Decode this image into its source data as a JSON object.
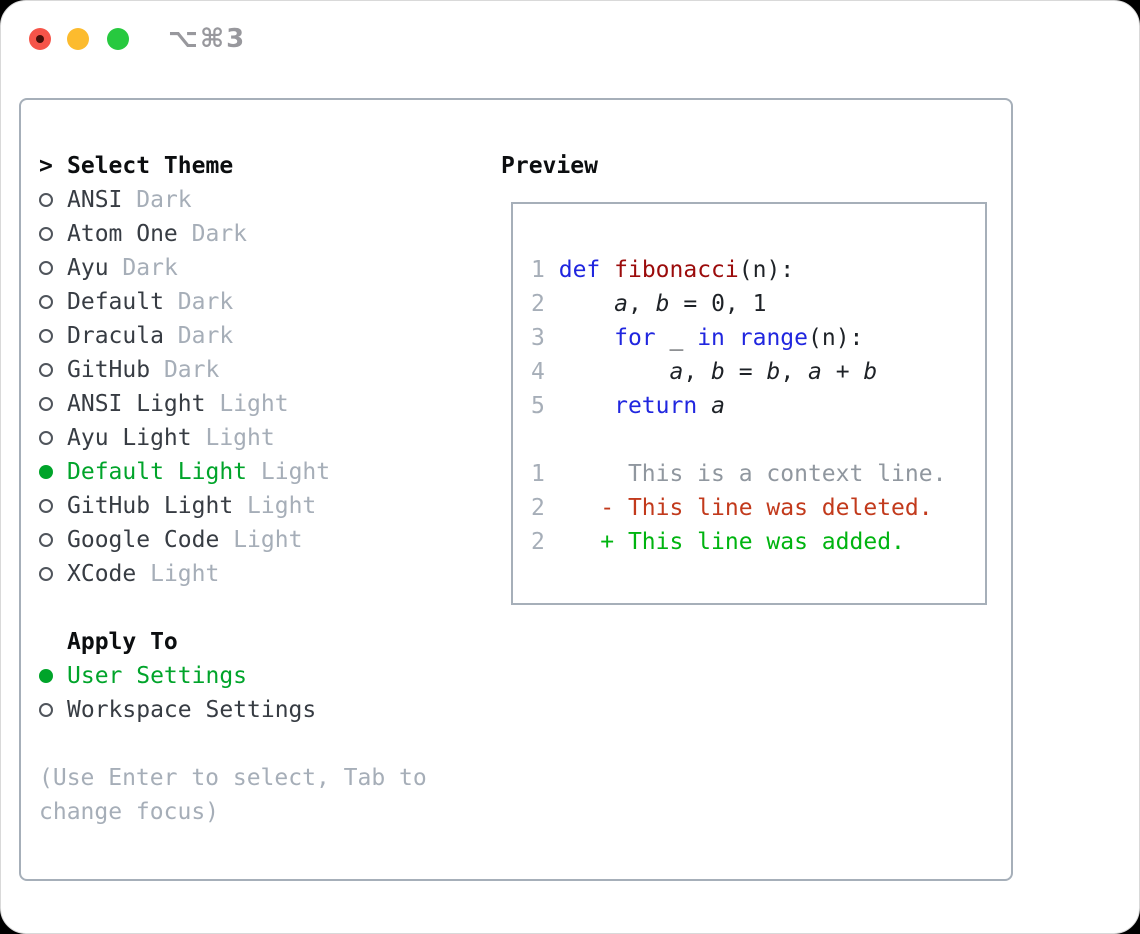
{
  "window": {
    "title": "⌥⌘3",
    "traffic_lights": [
      "close",
      "minimize",
      "zoom"
    ]
  },
  "theme_panel": {
    "header": {
      "prompt": ">",
      "label": "Select Theme"
    },
    "themes": [
      {
        "name": "ANSI",
        "variant": "Dark",
        "selected": false
      },
      {
        "name": "Atom One",
        "variant": "Dark",
        "selected": false
      },
      {
        "name": "Ayu",
        "variant": "Dark",
        "selected": false
      },
      {
        "name": "Default",
        "variant": "Dark",
        "selected": false
      },
      {
        "name": "Dracula",
        "variant": "Dark",
        "selected": false
      },
      {
        "name": "GitHub",
        "variant": "Dark",
        "selected": false
      },
      {
        "name": "ANSI Light",
        "variant": "Light",
        "selected": false
      },
      {
        "name": "Ayu Light",
        "variant": "Light",
        "selected": false
      },
      {
        "name": "Default Light",
        "variant": "Light",
        "selected": true
      },
      {
        "name": "GitHub Light",
        "variant": "Light",
        "selected": false
      },
      {
        "name": "Google Code",
        "variant": "Light",
        "selected": false
      },
      {
        "name": "XCode",
        "variant": "Light",
        "selected": false
      }
    ],
    "apply_to": {
      "label": "Apply To",
      "options": [
        {
          "name": "User Settings",
          "selected": true
        },
        {
          "name": "Workspace Settings",
          "selected": false
        }
      ]
    },
    "hint": "(Use Enter to select, Tab to change focus)"
  },
  "preview": {
    "label": "Preview",
    "code_lines": [
      {
        "num": "1",
        "tokens": [
          [
            "pl",
            " "
          ],
          [
            "kw",
            "def"
          ],
          [
            "pl",
            " "
          ],
          [
            "fn",
            "fibonacci"
          ],
          [
            "pl",
            "(n):"
          ]
        ]
      },
      {
        "num": "2",
        "tokens": [
          [
            "pl",
            "     "
          ],
          [
            "var",
            "a"
          ],
          [
            "pl",
            ", "
          ],
          [
            "var",
            "b"
          ],
          [
            "pl",
            " = 0, 1"
          ]
        ]
      },
      {
        "num": "3",
        "tokens": [
          [
            "pl",
            "     "
          ],
          [
            "kw",
            "for"
          ],
          [
            "pl",
            " _ "
          ],
          [
            "kw",
            "in"
          ],
          [
            "pl",
            " "
          ],
          [
            "kw",
            "range"
          ],
          [
            "pl",
            "(n):"
          ]
        ]
      },
      {
        "num": "4",
        "tokens": [
          [
            "pl",
            "         "
          ],
          [
            "var",
            "a"
          ],
          [
            "pl",
            ", "
          ],
          [
            "var",
            "b"
          ],
          [
            "pl",
            " = "
          ],
          [
            "var",
            "b"
          ],
          [
            "pl",
            ", "
          ],
          [
            "var",
            "a"
          ],
          [
            "pl",
            " + "
          ],
          [
            "var",
            "b"
          ]
        ]
      },
      {
        "num": "5",
        "tokens": [
          [
            "pl",
            "     "
          ],
          [
            "kw",
            "return"
          ],
          [
            "pl",
            " "
          ],
          [
            "var",
            "a"
          ]
        ]
      },
      {
        "num": "",
        "tokens": []
      },
      {
        "num": "1",
        "tokens": [
          [
            "ctx",
            "      This is a context line."
          ]
        ]
      },
      {
        "num": "2",
        "tokens": [
          [
            "pl",
            "    "
          ],
          [
            "del",
            "- This line was deleted."
          ]
        ]
      },
      {
        "num": "2",
        "tokens": [
          [
            "pl",
            "    "
          ],
          [
            "add",
            "+ This line was added."
          ]
        ]
      }
    ]
  },
  "colors": {
    "selected_green": "#00a42a",
    "added_green": "#00b410",
    "deleted_red": "#c23a1c",
    "keyword_blue": "#2026df",
    "function_red": "#9b0b0b",
    "muted_gray": "#a6aeb8"
  }
}
